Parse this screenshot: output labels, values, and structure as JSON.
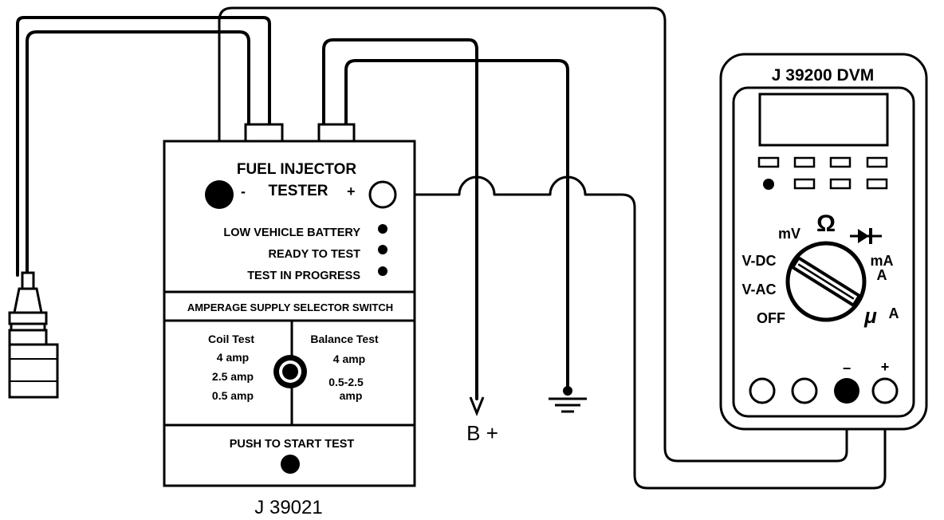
{
  "tester": {
    "title_line1": "FUEL INJECTOR",
    "title_line2": "TESTER",
    "minus": "-",
    "plus": "+",
    "indicators": [
      "LOW VEHICLE BATTERY",
      "READY TO TEST",
      "TEST IN PROGRESS"
    ],
    "selector_title": "AMPERAGE SUPPLY SELECTOR SWITCH",
    "coil_title": "Coil Test",
    "coil_values": [
      "4 amp",
      "2.5 amp",
      "0.5 amp"
    ],
    "balance_title": "Balance Test",
    "balance_values": [
      "4 amp",
      "0.5-2.5",
      "amp"
    ],
    "push_label": "PUSH TO START TEST",
    "part_number": "J 39021"
  },
  "battery_label": "B +",
  "dvm": {
    "title": "J 39200 DVM",
    "dial": {
      "mv": "mV",
      "ohm": "Ω",
      "vdc": "V-DC",
      "vac": "V-AC",
      "off": "OFF",
      "ma": "mA",
      "a": "A",
      "ua": "A",
      "mu": "μ"
    },
    "minus": "−",
    "plus": "+"
  }
}
